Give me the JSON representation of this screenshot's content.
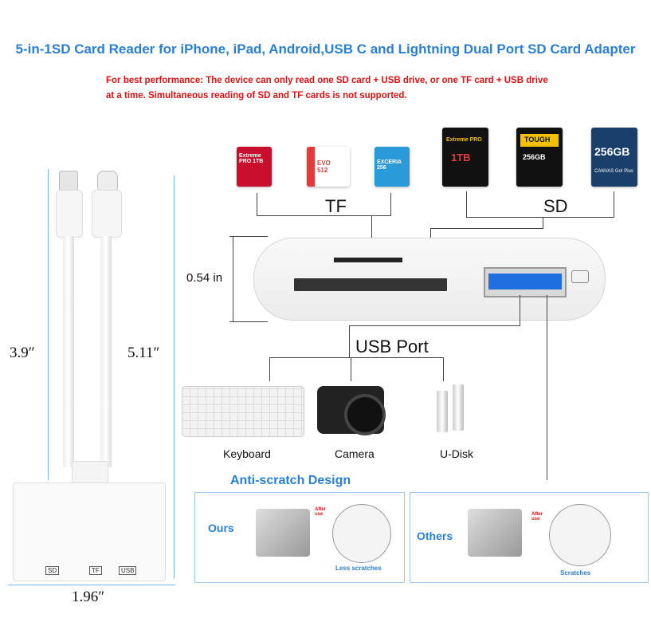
{
  "title": "5-in-1SD Card Reader for iPhone, iPad, Android,USB C and Lightning Dual Port SD Card Adapter",
  "warning": {
    "line1": "For best performance: The device can only read one SD card + USB drive, or one TF card + USB drive",
    "line2": "at a time. Simultaneous reading of SD and TF cards is not supported."
  },
  "dimensions": {
    "height_left": "3.9″",
    "height_right": "5.11″",
    "width": "1.96″",
    "thickness": "0.54 in"
  },
  "labels": {
    "tf": "TF",
    "sd": "SD",
    "usb_port": "USB Port"
  },
  "tf_cards": [
    {
      "text": "Extreme PRO 1TB",
      "color": "#c8102e"
    },
    {
      "text": "EVO 512",
      "color": "#e23b3b"
    },
    {
      "text": "EXCERIA 256",
      "color": "#2a9ad8"
    }
  ],
  "sd_cards": [
    {
      "line1": "Extreme PRO",
      "line2": "1TB",
      "color": "#111111"
    },
    {
      "line1": "TOUGH",
      "line2": "256GB",
      "color": "#111111"
    },
    {
      "line1": "256GB",
      "line2": "CANVAS Go! Plus",
      "color": "#1a3f6b"
    }
  ],
  "devices": {
    "keyboard": "Keyboard",
    "camera": "Camera",
    "udisk": "U-Disk"
  },
  "anti_scratch": {
    "heading": "Anti-scratch Design",
    "ours": "Ours",
    "others": "Others",
    "after_use": "After use",
    "less_scratches": "Less scratches",
    "scratches": "Scratches"
  },
  "port_icons": {
    "sd": "SD",
    "tf": "TF",
    "usb": "USB"
  },
  "colors": {
    "accent": "#2a7fd4",
    "warning": "#e01010",
    "usb_blue": "#1f6fe0"
  }
}
